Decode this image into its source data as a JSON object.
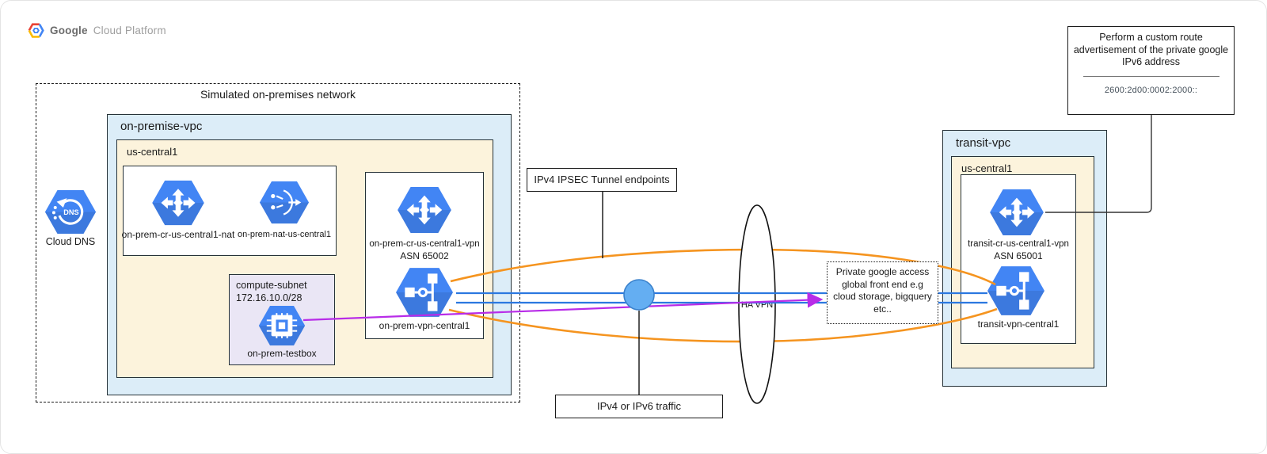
{
  "header": {
    "brand_1": "Google",
    "brand_2": "Cloud Platform"
  },
  "onprem": {
    "outer_label": "Simulated on-premises network",
    "vpc_label": "on-premise-vpc",
    "region_label": "us-central1",
    "router_nat_label": "on-prem-cr-us-central1-nat",
    "nat_label": "on-prem-nat-us-central1",
    "subnet_title": "compute-subnet",
    "subnet_cidr": "172.16.10.0/28",
    "vm_label": "on-prem-testbox",
    "router_vpn_label": "on-prem-cr-us-central1-vpn",
    "router_vpn_asn": "ASN 65002",
    "vpn_label": "on-prem-vpn-central1"
  },
  "dns": {
    "label": "Cloud DNS"
  },
  "middle": {
    "ipsec_label": "IPv4 IPSEC Tunnel endpoints",
    "traffic_label": "IPv4 or IPv6 traffic",
    "havpn_label": "HA VPN",
    "pga": [
      "Private google access",
      "global front end e.g",
      "cloud storage, bigquery",
      "etc.."
    ]
  },
  "transit": {
    "vpc_label": "transit-vpc",
    "region_label": "us-central1",
    "router_label": "transit-cr-us-central1-vpn",
    "router_asn": "ASN 65001",
    "vpn_label": "transit-vpn-central1"
  },
  "callout": {
    "lines": [
      "Perform a custom route",
      "advertisement of the private google",
      "IPv6 address"
    ],
    "address": "2600:2d00:0002:2000::"
  },
  "colors": {
    "icon_blue": "#4285f4",
    "vpc_fill": "#dcedf8",
    "region_fill": "#fcf3dc",
    "subnet_fill": "#eae6f5",
    "line_blue": "#2b78e0",
    "line_orange": "#f5941f",
    "line_purple": "#b82ce8",
    "traffic_circle_fill": "#64aef2"
  }
}
